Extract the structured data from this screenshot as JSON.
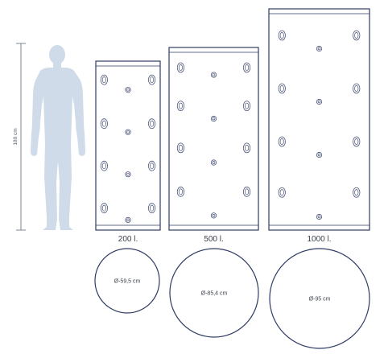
{
  "colors": {
    "outline": "#2f3b63",
    "figure": "#cfdbe9",
    "scale": "#7d8597",
    "label": "#3a3f4a",
    "background": "#ffffff"
  },
  "scale": {
    "label": "180 cm",
    "height_cm": 180
  },
  "figure": {
    "icon": "person-silhouette-icon"
  },
  "tanks": [
    {
      "id": "200",
      "volume_label": "200 l.",
      "diameter_label": "Ø-59,5 cm",
      "ports": [
        {
          "fx": 0.13,
          "fy": 0.11,
          "type": "large"
        },
        {
          "fx": 0.87,
          "fy": 0.11,
          "type": "large"
        },
        {
          "fx": 0.5,
          "fy": 0.17,
          "type": "small"
        },
        {
          "fx": 0.13,
          "fy": 0.37,
          "type": "large"
        },
        {
          "fx": 0.87,
          "fy": 0.37,
          "type": "large"
        },
        {
          "fx": 0.5,
          "fy": 0.42,
          "type": "small"
        },
        {
          "fx": 0.13,
          "fy": 0.62,
          "type": "large"
        },
        {
          "fx": 0.87,
          "fy": 0.62,
          "type": "large"
        },
        {
          "fx": 0.5,
          "fy": 0.67,
          "type": "small"
        },
        {
          "fx": 0.13,
          "fy": 0.87,
          "type": "large"
        },
        {
          "fx": 0.87,
          "fy": 0.87,
          "type": "large"
        },
        {
          "fx": 0.5,
          "fy": 0.94,
          "type": "small"
        }
      ]
    },
    {
      "id": "500",
      "volume_label": "500 l.",
      "diameter_label": "Ø-85,4 cm",
      "ports": [
        {
          "fx": 0.13,
          "fy": 0.11,
          "type": "large"
        },
        {
          "fx": 0.87,
          "fy": 0.11,
          "type": "large"
        },
        {
          "fx": 0.5,
          "fy": 0.15,
          "type": "small"
        },
        {
          "fx": 0.13,
          "fy": 0.32,
          "type": "large"
        },
        {
          "fx": 0.87,
          "fy": 0.32,
          "type": "large"
        },
        {
          "fx": 0.5,
          "fy": 0.39,
          "type": "small"
        },
        {
          "fx": 0.13,
          "fy": 0.55,
          "type": "large"
        },
        {
          "fx": 0.87,
          "fy": 0.55,
          "type": "large"
        },
        {
          "fx": 0.5,
          "fy": 0.63,
          "type": "small"
        },
        {
          "fx": 0.13,
          "fy": 0.79,
          "type": "large"
        },
        {
          "fx": 0.87,
          "fy": 0.79,
          "type": "large"
        },
        {
          "fx": 0.5,
          "fy": 0.92,
          "type": "small"
        }
      ]
    },
    {
      "id": "1000",
      "volume_label": "1000 l.",
      "diameter_label": "Ø-95 cm",
      "ports": [
        {
          "fx": 0.13,
          "fy": 0.12,
          "type": "large"
        },
        {
          "fx": 0.87,
          "fy": 0.12,
          "type": "large"
        },
        {
          "fx": 0.5,
          "fy": 0.18,
          "type": "small"
        },
        {
          "fx": 0.13,
          "fy": 0.36,
          "type": "large"
        },
        {
          "fx": 0.87,
          "fy": 0.36,
          "type": "large"
        },
        {
          "fx": 0.5,
          "fy": 0.42,
          "type": "small"
        },
        {
          "fx": 0.13,
          "fy": 0.6,
          "type": "large"
        },
        {
          "fx": 0.87,
          "fy": 0.6,
          "type": "large"
        },
        {
          "fx": 0.5,
          "fy": 0.66,
          "type": "small"
        },
        {
          "fx": 0.13,
          "fy": 0.83,
          "type": "large"
        },
        {
          "fx": 0.87,
          "fy": 0.83,
          "type": "large"
        },
        {
          "fx": 0.5,
          "fy": 0.94,
          "type": "small"
        }
      ]
    }
  ]
}
